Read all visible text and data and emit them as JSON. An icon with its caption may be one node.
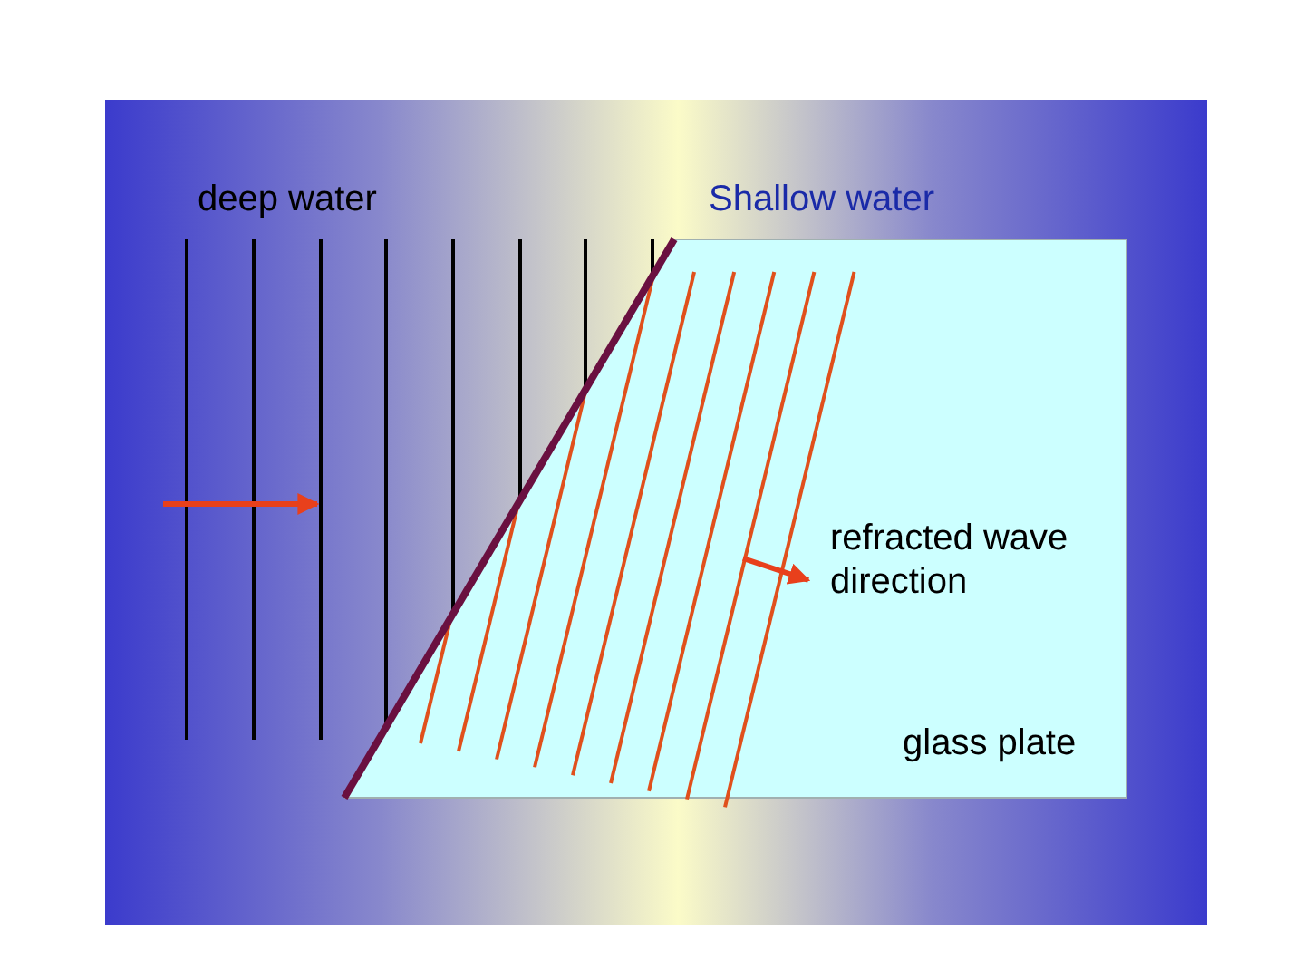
{
  "diagram": {
    "nodes": [
      {
        "text": [
          "refracted wave direction",
          "glass plate"
        ]
      }
    ],
    "labels": [
      "deep water",
      "Shallow water"
    ]
  }
}
